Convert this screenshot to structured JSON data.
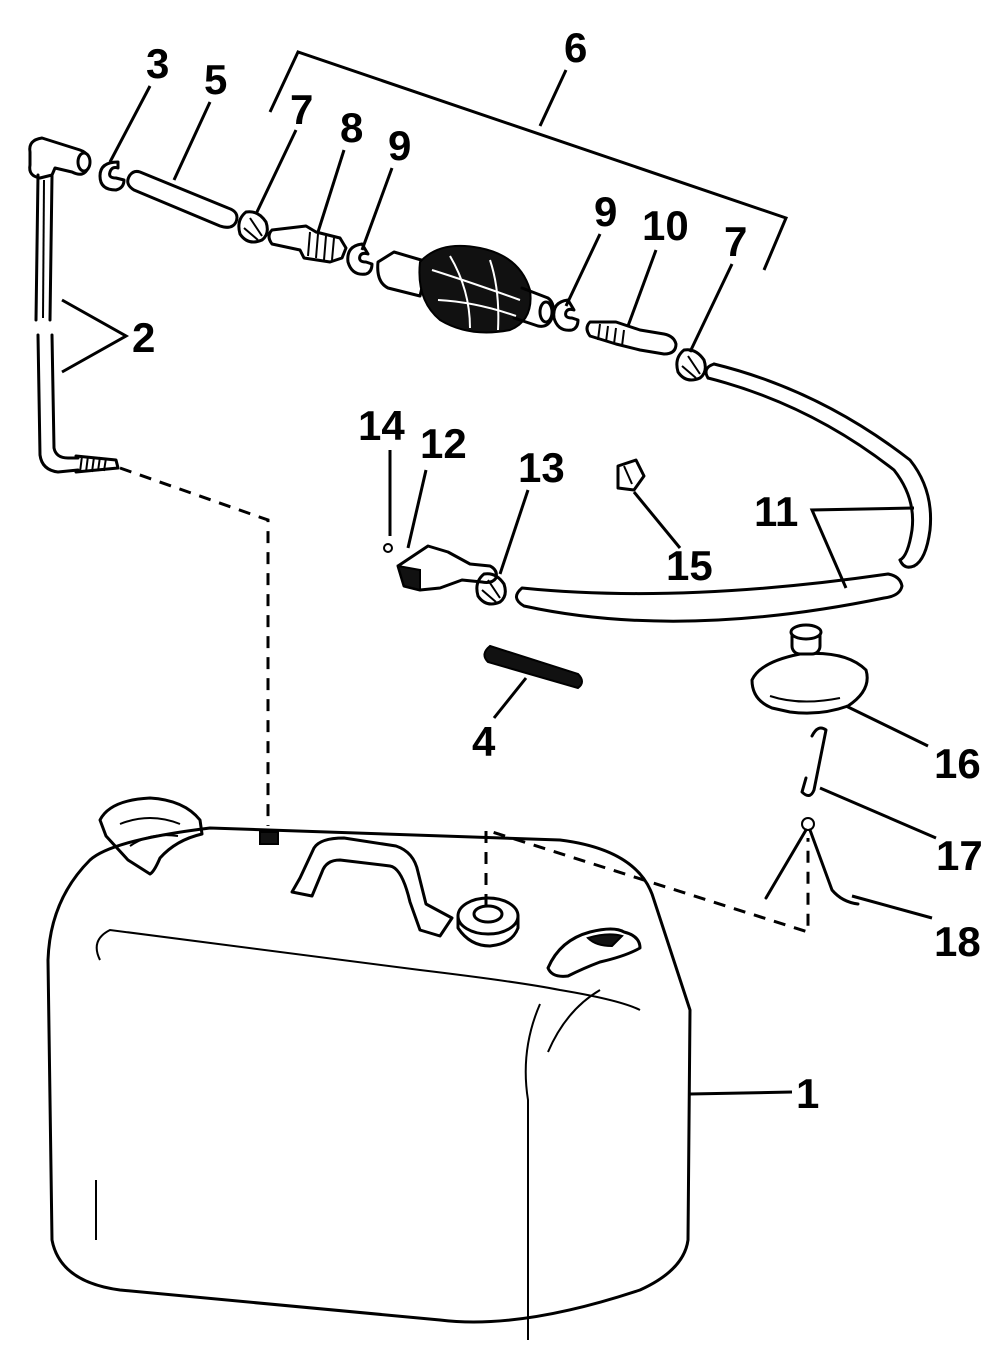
{
  "callouts": {
    "c1": "1",
    "c2": "2",
    "c3": "3",
    "c4": "4",
    "c5": "5",
    "c6": "6",
    "c7a": "7",
    "c7b": "7",
    "c8": "8",
    "c9a": "9",
    "c9b": "9",
    "c10": "10",
    "c11": "11",
    "c12": "12",
    "c13": "13",
    "c14": "14",
    "c15": "15",
    "c16": "16",
    "c17": "17",
    "c18": "18"
  },
  "colors": {
    "ink": "#000000",
    "paper": "#ffffff"
  }
}
